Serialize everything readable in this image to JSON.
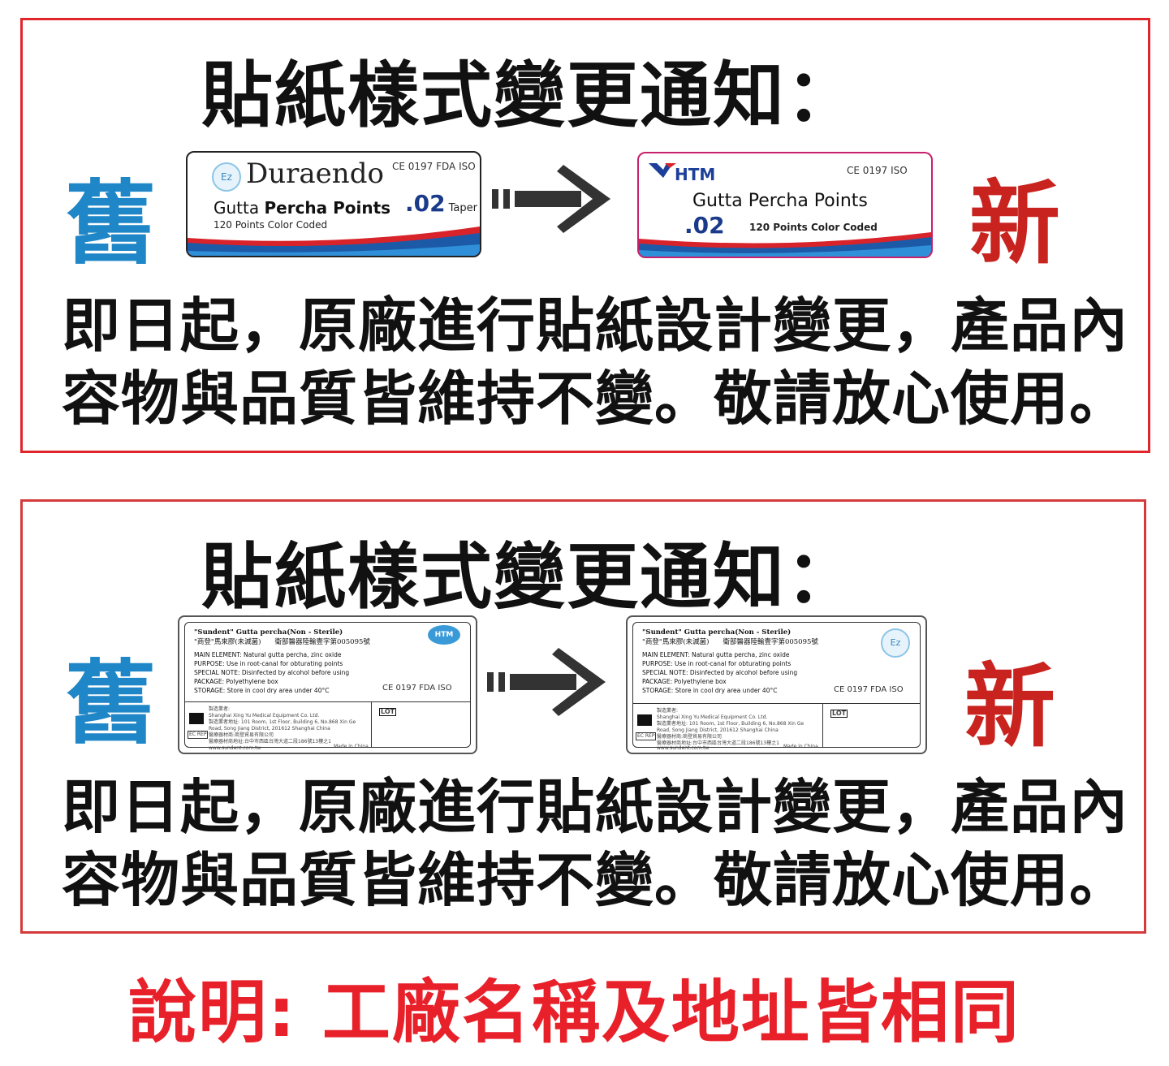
{
  "notice_title": "貼紙樣式變更通知：",
  "old_label": "舊",
  "new_label": "新",
  "body_line1": "即日起，原廠進行貼紙設計變更，產品內",
  "body_line2": "容物與品質皆維持不變。敬請放心使用。",
  "panel1": {
    "old_sticker": {
      "brand": "Duraendo",
      "logo": "Ez",
      "product_prefix": "Gutta ",
      "product_bold": "Percha Points",
      "count": "120 Points Color Coded",
      "taper": ".02",
      "taper_unit": "Taper",
      "certs": "CE 0197  FDA  ISO"
    },
    "new_sticker": {
      "brand": "HTM",
      "product": "Gutta  Percha  Points",
      "taper": ".02",
      "count": "120 Points Color Coded",
      "certs": "CE 0197  ISO"
    }
  },
  "panel2": {
    "sticker_lines": [
      "\"Sundent\" Gutta percha(Non - Sterile)",
      "\"商登\"馬來膠(未滅菌)　　衛部醫器陸輸壹字第005095號",
      "MAIN ELEMENT:  Natural gutta percha, zinc oxide",
      "PURPOSE:  Use in root-canal for obturating points",
      "SPECIAL NOTE:  Disinfected by alcohol before using",
      "PACKAGE:  Polyethylene box",
      "STORAGE:  Store in cool dry area under 40°C"
    ],
    "maker_lines": [
      "製造業者:",
      "Shanghai Xing Yu Medical Equipment Co. Ltd.",
      "製造業者地址: 101 Room, 1st Floor, Building 6, No.868 Xin Ge",
      "Road, Song Jiang District, 201612 Shanghai China",
      "醫療器材商:商登貿易有限公司",
      "醫療器材商地址:台中市西區台灣大道二段186號13樓之1",
      "www.sundent.com.tw",
      "Made in China"
    ],
    "certs": "CE 0197  FDA  ISO",
    "lot": "LOT",
    "ec_rep": "EC REP",
    "old_logo": "HTM",
    "new_logo": "Ez"
  },
  "footer_note": "說明: 工廠名稱及地址皆相同"
}
